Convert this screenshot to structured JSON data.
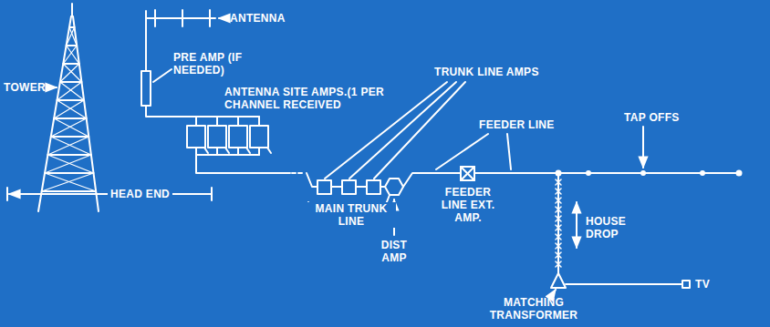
{
  "diagram": {
    "labels": [
      "ANTENNA",
      "TOWER",
      "PRE AMP (IF NEEDED)",
      "ANTENNA SITE AMPS.(1 PER CHANNEL RECEIVED",
      "TRUNK LINE AMPS",
      "FEEDER LINE",
      "TAP OFFS",
      "HEAD END",
      "MAIN TRUNK LINE",
      "DIST AMP",
      "FEEDER LINE EXT. AMP.",
      "HOUSE DROP",
      "MATCHING TRANSFORMER",
      "TV"
    ]
  }
}
